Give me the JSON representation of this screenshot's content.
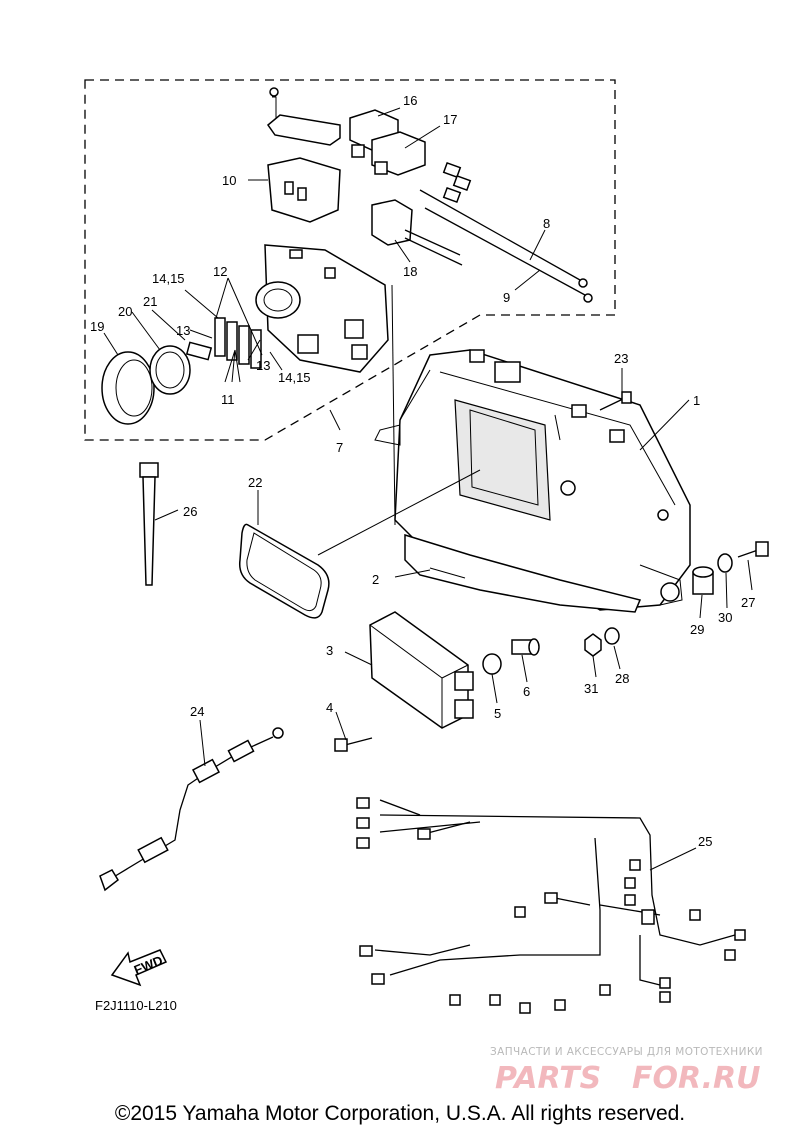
{
  "callouts": [
    "1",
    "2",
    "3",
    "4",
    "5",
    "6",
    "7",
    "8",
    "9",
    "10",
    "11",
    "12",
    "13",
    "14,15",
    "16",
    "17",
    "18",
    "19",
    "20",
    "21",
    "22",
    "23",
    "24",
    "25",
    "26",
    "27",
    "28",
    "29",
    "30",
    "31"
  ],
  "labels": {
    "l1": "1",
    "l2": "2",
    "l3": "3",
    "l4": "4",
    "l5": "5",
    "l6": "6",
    "l7": "7",
    "l8": "8",
    "l9": "9",
    "l10": "10",
    "l11": "11",
    "l12": "12",
    "l13a": "13",
    "l13b": "13",
    "l1415a": "14,15",
    "l1415b": "14,15",
    "l16": "16",
    "l17": "17",
    "l18": "18",
    "l19": "19",
    "l20": "20",
    "l21": "21",
    "l22": "22",
    "l23": "23",
    "l24": "24",
    "l25": "25",
    "l26": "26",
    "l27": "27",
    "l28": "28",
    "l29": "29",
    "l30": "30",
    "l31": "31"
  },
  "fwd_label": "FWD",
  "diagram_code": "F2J1110-L210",
  "watermark": {
    "tagline": "ЗАПЧАСТИ И АКСЕССУАРЫ ДЛЯ МОТОТЕХНИКИ",
    "logo_part1": "PARTS",
    "logo_part2": "FOR.RU",
    "logo_color": "#f2b8bd"
  },
  "copyright": "©2015 Yamaha Motor Corporation, U.S.A. All rights reserved."
}
